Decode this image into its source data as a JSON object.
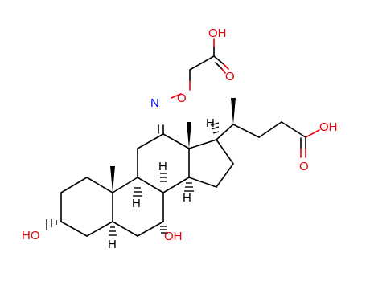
{
  "molecule": {
    "labels": {
      "oh_acid_top": "OH",
      "o_acid_top": "O",
      "n_oxime": "N",
      "o_oxime": "O",
      "oh_acid_right": "OH",
      "o_acid_right": "O",
      "h_c8": "H",
      "h_c9": "H",
      "h_c14": "H",
      "h_c17": "H",
      "h_c5": "H",
      "oh_c3": "HO",
      "oh_c7": "OH"
    },
    "colors": {
      "bond": "#000000",
      "heteroatom": "#e8000b",
      "nitrogen": "#0000ff"
    }
  }
}
